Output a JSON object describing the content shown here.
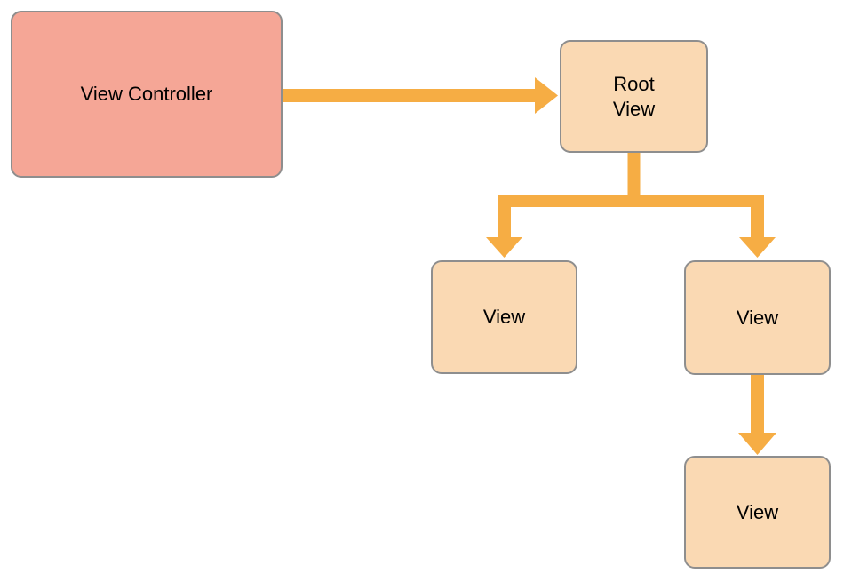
{
  "diagram": {
    "nodes": [
      {
        "id": "view-controller",
        "label": "View Controller",
        "type": "controller"
      },
      {
        "id": "root-view",
        "label": "Root\nView",
        "type": "view"
      },
      {
        "id": "view-left",
        "label": "View",
        "type": "view"
      },
      {
        "id": "view-right",
        "label": "View",
        "type": "view"
      },
      {
        "id": "view-bottom",
        "label": "View",
        "type": "view"
      }
    ],
    "edges": [
      {
        "from": "view-controller",
        "to": "root-view"
      },
      {
        "from": "root-view",
        "to": "view-left"
      },
      {
        "from": "root-view",
        "to": "view-right"
      },
      {
        "from": "view-right",
        "to": "view-bottom"
      }
    ],
    "colors": {
      "controller_fill": "#F5A696",
      "view_fill": "#FAD9B3",
      "arrow": "#F6AD44",
      "node_border": "#8E8E8E",
      "label_text": "#000000",
      "background": "#FFFFFF"
    }
  }
}
